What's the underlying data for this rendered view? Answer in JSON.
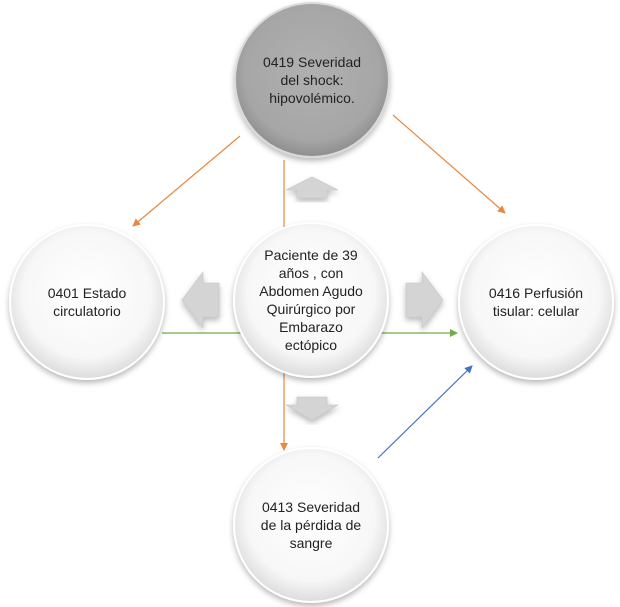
{
  "nodes": {
    "top": {
      "text": "0419 Severidad\ndel shock:\nhipovolémico."
    },
    "left": {
      "text": "0401 Estado\ncirculatorio"
    },
    "center": {
      "text": "Paciente de  39\naños , con\nAbdomen Agudo\nQuirúrgico por\nEmbarazo\nectópico"
    },
    "right": {
      "text": "0416 Perfusión\ntisular: celular"
    },
    "bottom": {
      "text": "0413 Severidad\nde la pérdida de\nsangre"
    }
  },
  "colors": {
    "top_fill": "#a6a6a6",
    "node_fill": "#f4f4f4",
    "chevron_fill": "#d4d4d4",
    "orange_line": "#e8893f",
    "green_line": "#70ad47",
    "blue_line": "#4472c4"
  },
  "connections": [
    {
      "from": "top",
      "to": "left",
      "color": "orange"
    },
    {
      "from": "top",
      "to": "right",
      "color": "orange"
    },
    {
      "from": "top",
      "to": "bottom",
      "color": "orange"
    },
    {
      "from": "left",
      "to": "right",
      "color": "green"
    },
    {
      "from": "bottom",
      "to": "right",
      "color": "blue"
    }
  ]
}
